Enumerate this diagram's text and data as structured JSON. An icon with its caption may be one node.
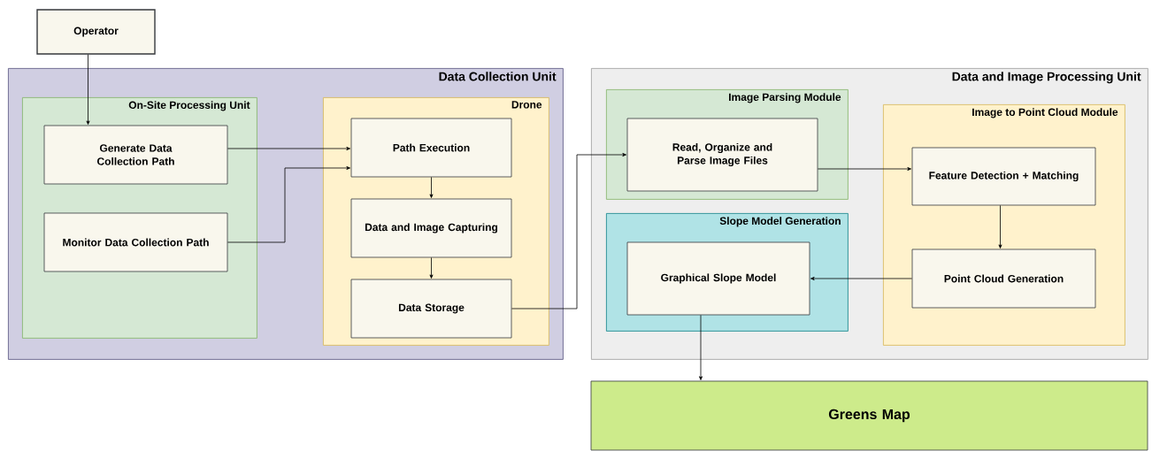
{
  "diagram": {
    "nodes": [
      {
        "text": [
          "Operator"
        ]
      },
      {
        "text": [
          "Data Collection Unit"
        ]
      },
      {
        "text": [
          "On-Site Processing Unit"
        ],
        "in": 1
      },
      {
        "text": [
          "Generate Data Collection Path"
        ],
        "in": 2
      },
      {
        "text": [
          "Monitor Data Collection Path"
        ],
        "in": 2
      },
      {
        "text": [
          "Drone"
        ],
        "in": 1
      },
      {
        "text": [
          "Path Execution"
        ],
        "in": 5
      },
      {
        "text": [
          "Data and Image Capturing"
        ],
        "in": 5
      },
      {
        "text": [
          "Data Storage"
        ],
        "in": 5
      },
      {
        "text": [
          "Data and Image Processing Unit"
        ]
      },
      {
        "text": [
          "Image Parsing Module"
        ],
        "in": 9
      },
      {
        "text": [
          "Read, Organize and Parse Image Files"
        ],
        "in": 10
      },
      {
        "text": [
          "Image to Point Cloud Module"
        ],
        "in": 9
      },
      {
        "text": [
          "Feature Detection + Matching"
        ],
        "in": 12
      },
      {
        "text": [
          "Point Cloud Generation"
        ],
        "in": 12
      },
      {
        "text": [
          "Slope Model Generation"
        ],
        "in": 9
      },
      {
        "text": [
          "Graphical Slope Model"
        ],
        "in": 15
      },
      {
        "text": [
          "Greens Map"
        ]
      }
    ],
    "edges": [
      {
        "from": 0,
        "to": 3,
        "arrow": "to"
      },
      {
        "from": 3,
        "to": 6,
        "arrow": "to"
      },
      {
        "from": 4,
        "to": 6,
        "arrow": "to"
      },
      {
        "from": 6,
        "to": 7,
        "arrow": "to"
      },
      {
        "from": 7,
        "to": 8,
        "arrow": "to"
      },
      {
        "from": 8,
        "to": 11,
        "arrow": "to"
      },
      {
        "from": 11,
        "to": 13,
        "arrow": "to"
      },
      {
        "from": 13,
        "to": 14,
        "arrow": "to"
      },
      {
        "from": 14,
        "to": 16,
        "arrow": "to"
      },
      {
        "from": 16,
        "to": 17,
        "arrow": "to"
      }
    ]
  }
}
